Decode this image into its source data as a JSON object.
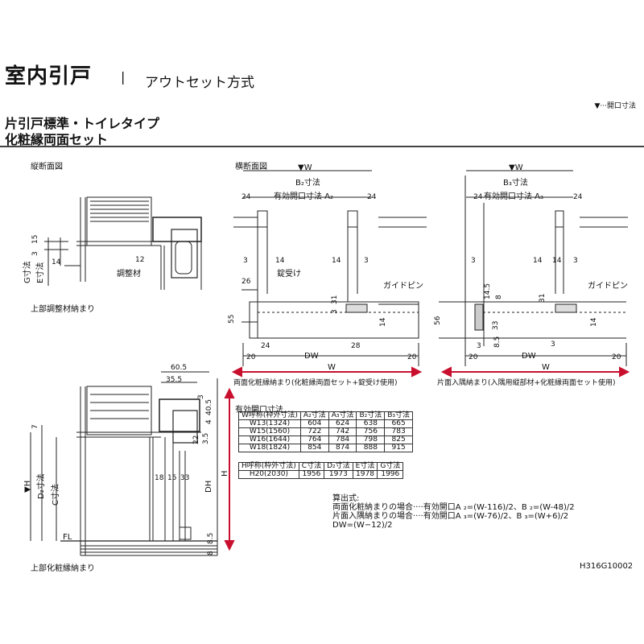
{
  "header": {
    "title": "室内引戸",
    "separator": "|",
    "subtitle": "アウトセット方式",
    "legend": "▼···開口寸法",
    "product_line1": "片引戸標準・トイレタイプ",
    "product_line2": "化粧縁両面セット"
  },
  "views": {
    "vertical_title": "縦断面図",
    "horizontal_title": "横断面図",
    "upper_adjust_caption": "上部調整材納まり",
    "upper_trim_caption": "上部化粧縁納まり",
    "both_trim_caption": "両面化粧縁納まり(化粧縁両面セット+錠受け使用)",
    "one_side_caption": "片面入隅納まり(入隅用縦部材+化粧縁両面セット使用)"
  },
  "labels": {
    "chosei": "調整材",
    "jouuke": "錠受け",
    "guide_pin_1": "ガイドピン",
    "guide_pin_2": "ガイドピン",
    "g_dim": "G寸法",
    "e_dim": "E寸法",
    "d2_dim": "D₂寸法",
    "c_dim": "C寸法",
    "h_mark": "▼H",
    "fl": "FL",
    "h": "H",
    "dh": "DH",
    "w_mark_1": "▼W",
    "w_mark_2": "▼W",
    "b2": "B₂寸法",
    "b3": "B₃寸法",
    "a2": "有効開口寸法 A₂",
    "a3": "有効開口寸法 A₃",
    "w1": "W",
    "w2": "W",
    "dw1": "DW",
    "dw2": "DW"
  },
  "dims": {
    "v1": [
      "15",
      "3",
      "14",
      "12"
    ],
    "v2": [
      "60.5",
      "35.5",
      "3",
      "40.5",
      "4",
      "7",
      "22",
      "3.5",
      "18",
      "15",
      "33",
      "8.5",
      "8"
    ],
    "h1": [
      "24",
      "24",
      "3",
      "14",
      "14",
      "3",
      "26",
      "31",
      "3",
      "28",
      "55",
      "24",
      "20",
      "20",
      "14"
    ],
    "h2": [
      "24",
      "24",
      "3",
      "14",
      "14",
      "3",
      "14.5",
      "8",
      "31",
      "33",
      "56",
      "8.5",
      "3",
      "20",
      "20",
      "14",
      "3"
    ]
  },
  "table1": {
    "title": "有効開口寸法",
    "headers": [
      "W呼称(枠外寸法)",
      "A₂寸法",
      "A₃寸法",
      "B₂寸法",
      "B₃寸法"
    ],
    "rows": [
      [
        "W13(1324)",
        "604",
        "624",
        "638",
        "665"
      ],
      [
        "W15(1560)",
        "722",
        "742",
        "756",
        "783"
      ],
      [
        "W16(1644)",
        "764",
        "784",
        "798",
        "825"
      ],
      [
        "W18(1824)",
        "854",
        "874",
        "888",
        "915"
      ]
    ]
  },
  "table2": {
    "headers": [
      "H呼称(枠外寸法)",
      "C寸法",
      "D₂寸法",
      "E寸法",
      "G寸法"
    ],
    "rows": [
      [
        "H20(2030)",
        "1956",
        "1973",
        "1978",
        "1996"
      ]
    ]
  },
  "formulas": {
    "heading": "算出式:",
    "line1": "両面化粧納まりの場合····有効開口A ₂=(W-116)/2、B ₂=(W-48)/2",
    "line2": "片面入隅納まりの場合····有効開口A ₃=(W-76)/2、B ₃=(W+6)/2",
    "line3": "DW=(W−12)/2"
  },
  "code": "H316G10002",
  "colors": {
    "accent": "#c8102e",
    "line": "#222222"
  }
}
